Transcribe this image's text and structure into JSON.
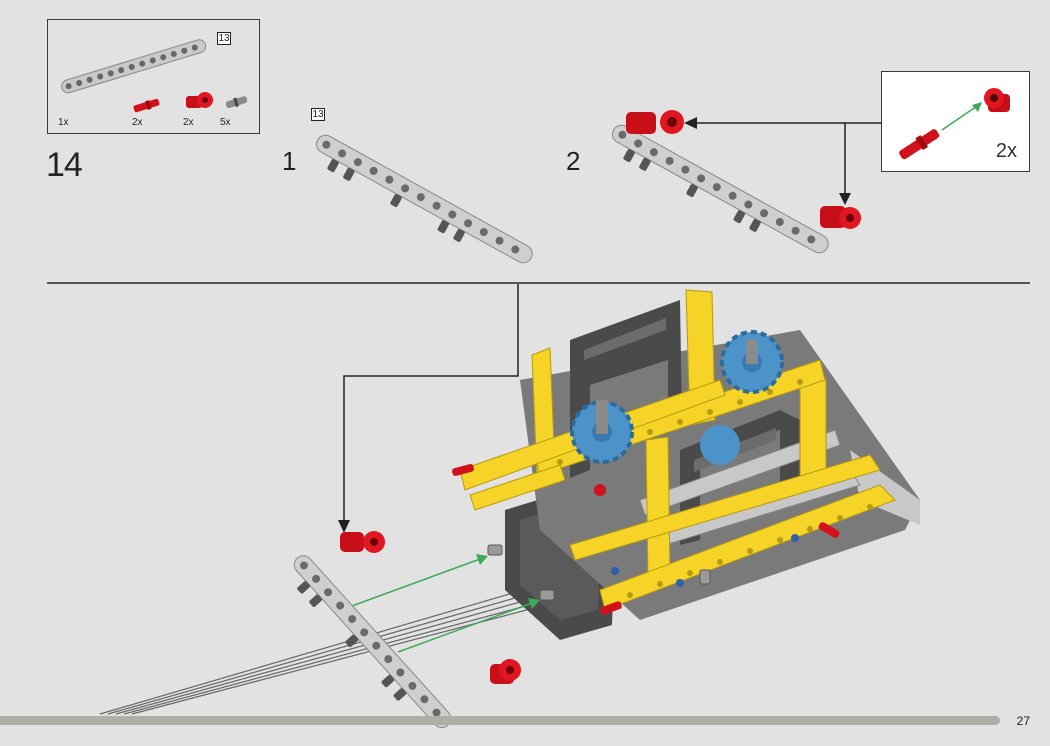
{
  "parts_list": {
    "step_ref": "13",
    "items": [
      {
        "qty": "1x",
        "part": "gray-beam-13"
      },
      {
        "qty": "2x",
        "part": "red-axle-pin"
      },
      {
        "qty": "2x",
        "part": "red-connector"
      },
      {
        "qty": "5x",
        "part": "gray-pin"
      }
    ]
  },
  "step": {
    "number": "14",
    "sub1": "1",
    "sub1_ref": "13",
    "sub2": "2"
  },
  "callout": {
    "qty": "2x"
  },
  "page": {
    "number": "27"
  },
  "colors": {
    "background": "#e2e2e2",
    "yellow": "#f5d327",
    "red": "#d1121b",
    "light_gray": "#c8c8c8",
    "dark_gray": "#4a4a4a",
    "blue_gear": "#4b93c9",
    "arrow_green": "#3daa58"
  }
}
